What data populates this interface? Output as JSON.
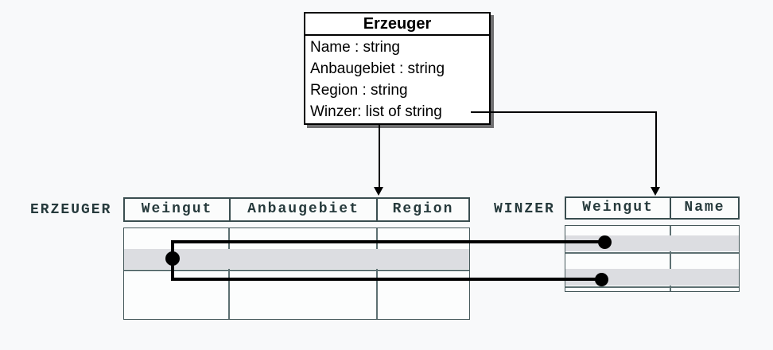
{
  "class_box": {
    "title": "Erzeuger",
    "attributes": [
      "Name : string",
      "Anbaugebiet : string",
      "Region : string",
      "Winzer: list of string"
    ]
  },
  "tables": {
    "erzeuger": {
      "label": "ERZEUGER",
      "columns": [
        "Weingut",
        "Anbaugebiet",
        "Region"
      ]
    },
    "winzer": {
      "label": "WINZER",
      "columns": [
        "Weingut",
        "Name"
      ]
    }
  },
  "colors": {
    "background": "#f8f9fa",
    "classbox_border": "#000000",
    "table_border": "#3a4e50",
    "table_text": "#263a3c",
    "row_highlight": "#dcdde1",
    "connector": "#000000"
  }
}
